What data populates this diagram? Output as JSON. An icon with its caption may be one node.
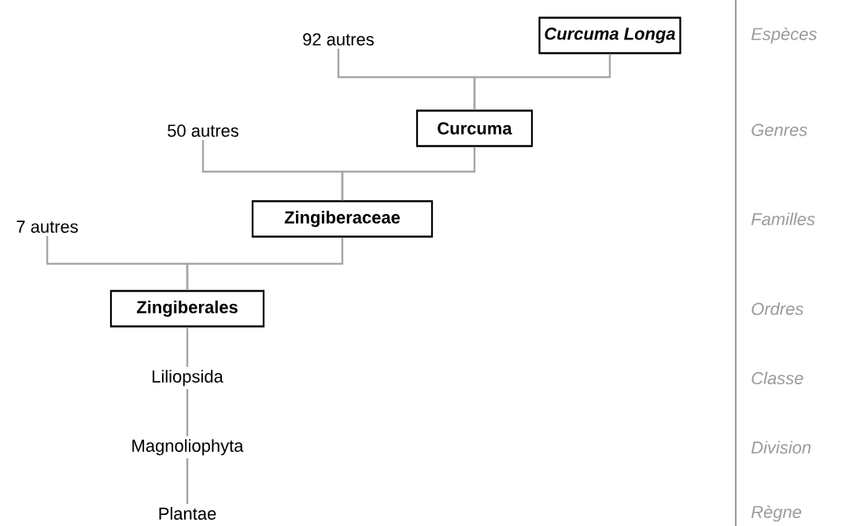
{
  "diagram": {
    "nodes": [
      {
        "text": [
          "92 autres"
        ]
      },
      {
        "text": [
          "Curcuma Longa"
        ]
      },
      {
        "text": [
          "50 autres"
        ]
      },
      {
        "text": [
          "Curcuma"
        ]
      },
      {
        "text": [
          "7 autres"
        ]
      },
      {
        "text": [
          "Zingiberaceae"
        ]
      },
      {
        "text": [
          "Zingiberales"
        ]
      },
      {
        "text": [
          "Liliopsida"
        ]
      },
      {
        "text": [
          "Magnoliophyta"
        ]
      },
      {
        "text": [
          "Plantae"
        ]
      }
    ],
    "edges": [
      {
        "from": 3,
        "to": 1,
        "arrow": "none"
      },
      {
        "from": 3,
        "to": 0,
        "arrow": "none"
      },
      {
        "from": 5,
        "to": 3,
        "arrow": "none"
      },
      {
        "from": 5,
        "to": 2,
        "arrow": "none"
      },
      {
        "from": 6,
        "to": 5,
        "arrow": "none"
      },
      {
        "from": 6,
        "to": 4,
        "arrow": "none"
      },
      {
        "from": 6,
        "to": 7,
        "arrow": "none"
      },
      {
        "from": 7,
        "to": 8,
        "arrow": "none"
      },
      {
        "from": 8,
        "to": 9,
        "arrow": "none"
      }
    ],
    "labels": [
      "Espèces",
      "Genres",
      "Familles",
      "Ordres",
      "Classe",
      "Division",
      "Règne"
    ]
  }
}
